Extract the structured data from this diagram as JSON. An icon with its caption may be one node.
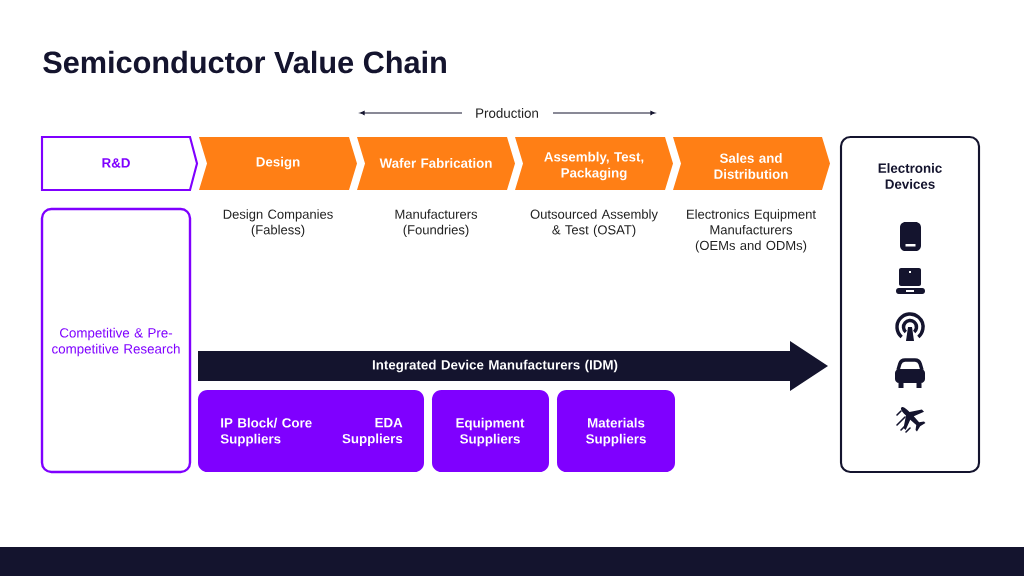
{
  "diagram": {
    "title": "Semiconductor Value Chain",
    "nodes": [
      {
        "text": [
          "R&D"
        ]
      },
      {
        "text": [
          "Design"
        ],
        "beside": [
          "Design Companies (Fabless)"
        ]
      },
      {
        "text": [
          "Wafer Fabrication"
        ],
        "beside": [
          "Manufacturers (Foundries)"
        ]
      },
      {
        "text": [
          "Assembly, Test, Packaging"
        ],
        "beside": [
          "Outsourced Assembly & Test (OSAT)"
        ]
      },
      {
        "text": [
          "Sales and Distribution"
        ],
        "beside": [
          "Electronics Equipment Manufacturers (OEMs and ODMs)"
        ]
      },
      {
        "text": [
          "Electronic Devices"
        ]
      },
      {
        "text": [
          "Competitive & Pre-competitive Research"
        ]
      },
      {
        "text": [
          "Integrated Device Manufacturers (IDM)"
        ]
      },
      {
        "text": [
          "IP Block/ Core Suppliers",
          "EDA Suppliers"
        ]
      },
      {
        "text": [
          "Equipment Suppliers"
        ]
      },
      {
        "text": [
          "Materials Suppliers"
        ]
      }
    ],
    "labels": [
      "Production"
    ]
  }
}
